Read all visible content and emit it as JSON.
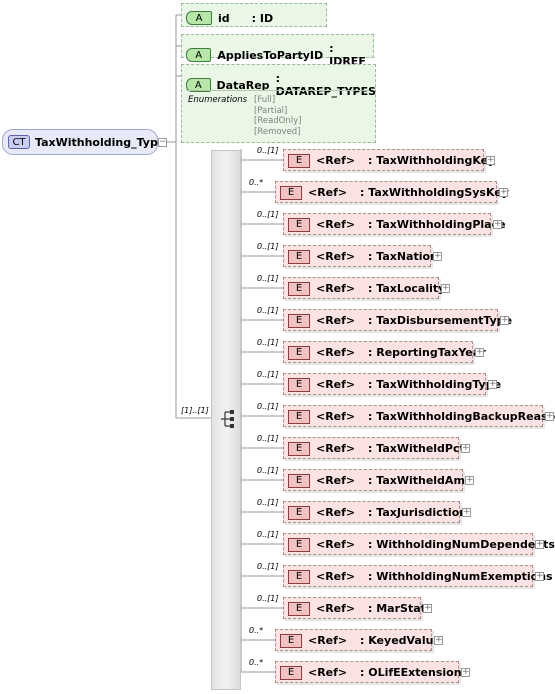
{
  "complex_type": {
    "badge": "CT",
    "name": "TaxWithholding_Type"
  },
  "attributes": [
    {
      "badge": "A",
      "name": "id",
      "type": ": ID"
    },
    {
      "badge": "A",
      "name": "AppliesToPartyID",
      "type": ": IDREF"
    },
    {
      "badge": "A",
      "name": "DataRep",
      "type": ": DATAREP_TYPES",
      "enumerations_label": "Enumerations",
      "enumerations": [
        "[Full]",
        "[Partial]",
        "[ReadOnly]",
        "[Removed]"
      ]
    }
  ],
  "sequence": {
    "cardinality": "[1]..[1]"
  },
  "elements": [
    {
      "card": "0..[1]",
      "badge": "E",
      "ref": "<Ref>",
      "name": ": TaxWithholdingKey"
    },
    {
      "card": "0..*",
      "badge": "E",
      "ref": "<Ref>",
      "name": ": TaxWithholdingSysKey"
    },
    {
      "card": "0..[1]",
      "badge": "E",
      "ref": "<Ref>",
      "name": ": TaxWithholdingPlace"
    },
    {
      "card": "0..[1]",
      "badge": "E",
      "ref": "<Ref>",
      "name": ": TaxNation"
    },
    {
      "card": "0..[1]",
      "badge": "E",
      "ref": "<Ref>",
      "name": ": TaxLocality"
    },
    {
      "card": "0..[1]",
      "badge": "E",
      "ref": "<Ref>",
      "name": ": TaxDisbursementType"
    },
    {
      "card": "0..[1]",
      "badge": "E",
      "ref": "<Ref>",
      "name": ": ReportingTaxYear"
    },
    {
      "card": "0..[1]",
      "badge": "E",
      "ref": "<Ref>",
      "name": ": TaxWithholdingType"
    },
    {
      "card": "0..[1]",
      "badge": "E",
      "ref": "<Ref>",
      "name": ": TaxWithholdingBackupReason"
    },
    {
      "card": "0..[1]",
      "badge": "E",
      "ref": "<Ref>",
      "name": ": TaxWitheldPct"
    },
    {
      "card": "0..[1]",
      "badge": "E",
      "ref": "<Ref>",
      "name": ": TaxWitheldAmt"
    },
    {
      "card": "0..[1]",
      "badge": "E",
      "ref": "<Ref>",
      "name": ": TaxJurisdiction"
    },
    {
      "card": "0..[1]",
      "badge": "E",
      "ref": "<Ref>",
      "name": ": WithholdingNumDependents"
    },
    {
      "card": "0..[1]",
      "badge": "E",
      "ref": "<Ref>",
      "name": ": WithholdingNumExemptions"
    },
    {
      "card": "0..[1]",
      "badge": "E",
      "ref": "<Ref>",
      "name": ": MarStat"
    },
    {
      "card": "0..*",
      "badge": "E",
      "ref": "<Ref>",
      "name": ": KeyedValue"
    },
    {
      "card": "0..*",
      "badge": "E",
      "ref": "<Ref>",
      "name": ": OLifEExtension"
    }
  ]
}
